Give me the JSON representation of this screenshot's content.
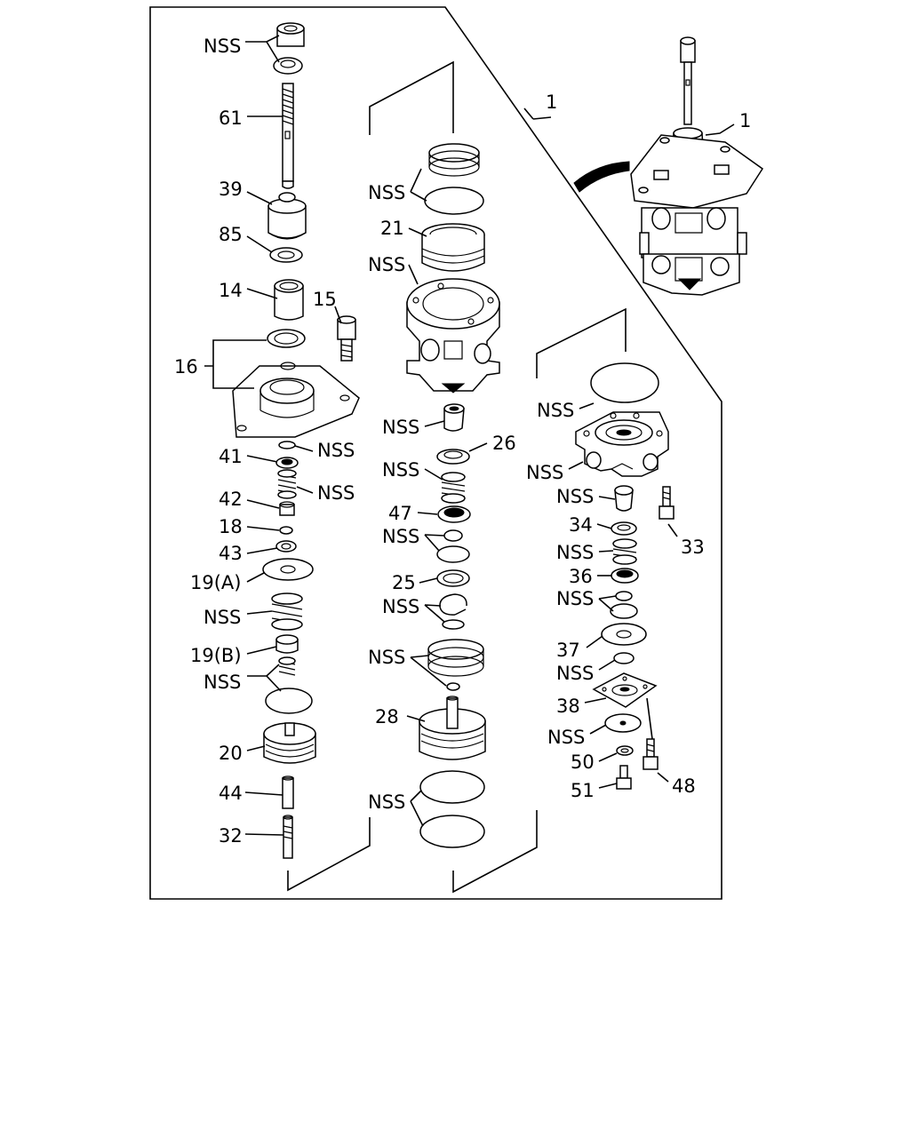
{
  "labels": {
    "nss_top": "NSS",
    "p61": "61",
    "p39": "39",
    "p85": "85",
    "p14": "14",
    "p15": "15",
    "p16": "16",
    "nss_a": "NSS",
    "p41": "41",
    "p42": "42",
    "nss_b": "NSS",
    "p18": "18",
    "p43": "43",
    "p19a": "19(A)",
    "nss_c": "NSS",
    "p19b": "19(B)",
    "nss_d": "NSS",
    "p20": "20",
    "p44": "44",
    "p32": "32",
    "p1_mid": "1",
    "p1_right": "1",
    "nss_m1": "NSS",
    "p21": "21",
    "nss_m2": "NSS",
    "nss_m3": "NSS",
    "p26": "26",
    "nss_m4": "NSS",
    "p47": "47",
    "nss_m5": "NSS",
    "p25": "25",
    "nss_m6": "NSS",
    "nss_m7": "NSS",
    "p28": "28",
    "nss_m8": "NSS",
    "nss_r1": "NSS",
    "nss_r2": "NSS",
    "nss_r3": "NSS",
    "p34": "34",
    "p33": "33",
    "nss_r4": "NSS",
    "p36": "36",
    "nss_r5": "NSS",
    "p37": "37",
    "nss_r6": "NSS",
    "p38": "38",
    "nss_r7": "NSS",
    "p50": "50",
    "p48": "48",
    "p51": "51"
  }
}
